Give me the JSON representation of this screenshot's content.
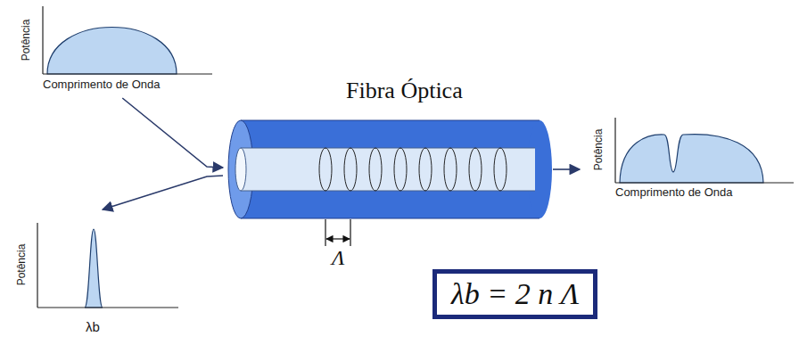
{
  "diagram": {
    "nodes": [
      {
        "text": [
          "Potência",
          "Comprimento de Onda"
        ]
      },
      {
        "text": [
          "Fibra Óptica"
        ]
      },
      {
        "text": [
          "Potência",
          "Comprimento de Onda"
        ]
      },
      {
        "text": [
          "Potência",
          "λb"
        ]
      },
      {
        "text": [
          "λb = 2 n Λ"
        ]
      }
    ],
    "edges": [
      {
        "from": 0,
        "to": 1,
        "arrow": "to"
      },
      {
        "from": 1,
        "to": 2,
        "arrow": "to"
      },
      {
        "from": 1,
        "to": 3,
        "arrow": "to"
      }
    ],
    "labels": [
      "Λ"
    ]
  }
}
